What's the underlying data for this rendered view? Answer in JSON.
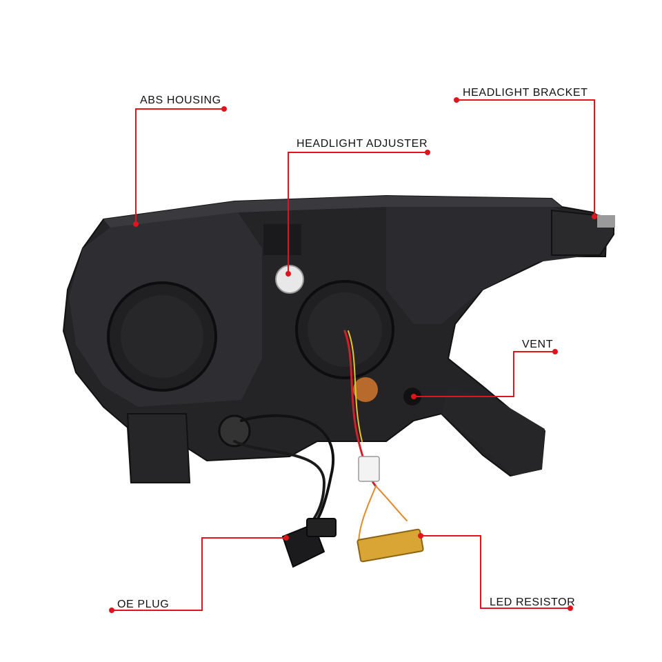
{
  "colors": {
    "leader_line": "#e0141b",
    "housing_dark": "#1c1c1e",
    "housing_mid": "#2a2a2d",
    "housing_light": "#3b3b3f",
    "resistor_gold": "#d9a534",
    "background": "#ffffff"
  },
  "callouts": [
    {
      "id": "abs-housing",
      "label": "ABS HOUSING"
    },
    {
      "id": "headlight-adjuster",
      "label": "HEADLIGHT ADJUSTER"
    },
    {
      "id": "headlight-bracket",
      "label": "HEADLIGHT BRACKET"
    },
    {
      "id": "vent",
      "label": "VENT"
    },
    {
      "id": "oe-plug",
      "label": "OE PLUG"
    },
    {
      "id": "led-resistor",
      "label": "LED RESISTOR"
    }
  ]
}
